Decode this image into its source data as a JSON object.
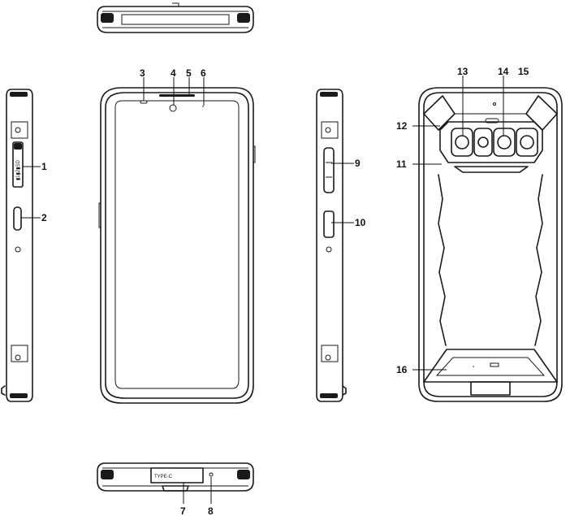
{
  "views": {
    "top_view": "top-edge",
    "front_view": "front-face",
    "left_view": "left-side",
    "right_view": "right-side",
    "back_view": "back-face",
    "bottom_view": "bottom-edge"
  },
  "port_label": "TYPE-C",
  "callouts": [
    {
      "num": "1"
    },
    {
      "num": "2"
    },
    {
      "num": "3"
    },
    {
      "num": "4"
    },
    {
      "num": "5"
    },
    {
      "num": "6"
    },
    {
      "num": "7"
    },
    {
      "num": "8"
    },
    {
      "num": "9"
    },
    {
      "num": "10"
    },
    {
      "num": "11"
    },
    {
      "num": "12"
    },
    {
      "num": "13"
    },
    {
      "num": "14"
    },
    {
      "num": "15"
    },
    {
      "num": "16"
    }
  ]
}
